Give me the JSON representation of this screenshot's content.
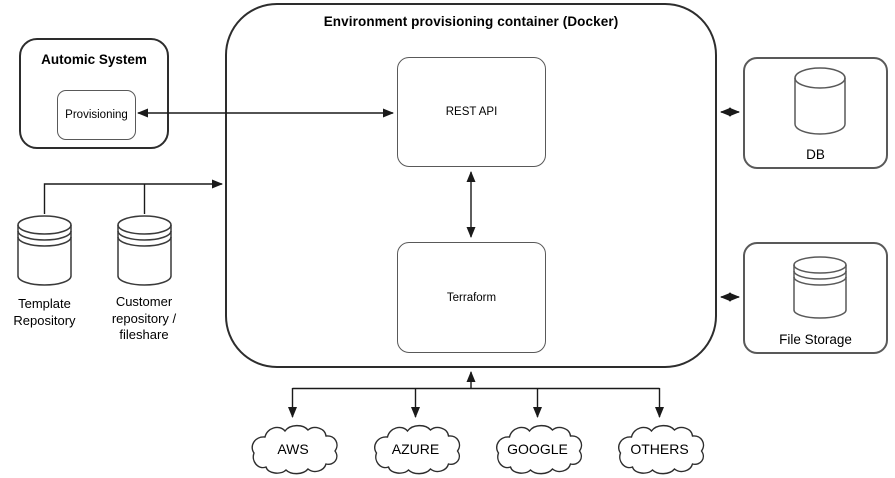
{
  "container": {
    "title": "Environment provisioning container (Docker)"
  },
  "automic": {
    "title": "Automic System",
    "provisioning": "Provisioning"
  },
  "nodes": {
    "rest_api": "REST API",
    "terraform": "Terraform",
    "db": "DB",
    "file_storage": "File Storage"
  },
  "repositories": {
    "template": "Template\nRepository",
    "customer": "Customer\nrepository /\nfileshare"
  },
  "clouds": [
    "AWS",
    "AZURE",
    "GOOGLE",
    "OTHERS"
  ],
  "icons": {
    "database_cylinder": "database-cylinder-icon",
    "cloud": "cloud-shape-icon",
    "arrow": "arrowhead-icon"
  },
  "colors": {
    "outline_dark": "#2d2d2d",
    "shape_border_gray": "#595959",
    "arrow_black": "#1a1a1a",
    "background": "#ffffff",
    "text": "#000000"
  }
}
